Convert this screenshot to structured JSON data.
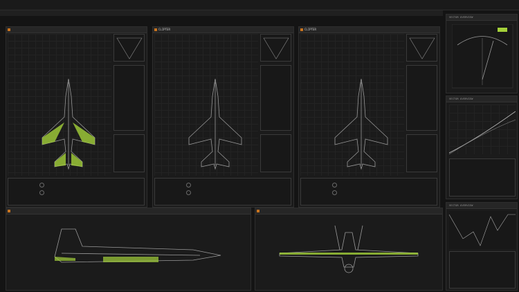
{
  "app": {
    "title": ""
  },
  "colors": {
    "accent": "#c8741f",
    "highlight": "#a4d13a",
    "background": "#141414",
    "wire": "#9a9a9a"
  },
  "panels": {
    "top": [
      {
        "tab_label": "",
        "mode_label": ""
      },
      {
        "tab_label": "CLIPTER",
        "mode_label": ""
      },
      {
        "tab_label": "CLIPTER",
        "mode_label": ""
      }
    ],
    "bottom": [
      {
        "tab_label": ""
      },
      {
        "tab_label": ""
      }
    ]
  },
  "side_panels": [
    {
      "title": "VECTOR OVERVIEW"
    },
    {
      "title": "VECTOR OVERVIEW"
    },
    {
      "title": "VECTOR OVERVIEW"
    }
  ],
  "icons": [
    "aircraft-top-view-icon",
    "aircraft-side-view-icon",
    "aircraft-front-view-icon",
    "radar-icon",
    "knob-icon"
  ]
}
